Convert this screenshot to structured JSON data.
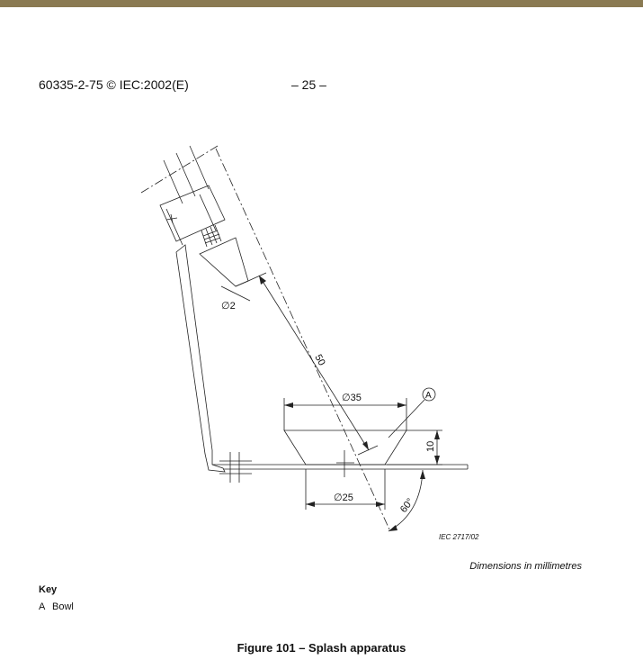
{
  "header": {
    "standard": "60335-2-75 © IEC:2002(E)",
    "page": "– 25 –"
  },
  "drawing": {
    "labels": {
      "dia_nozzle": "∅2",
      "length": "50",
      "dia_top": "∅35",
      "dia_bottom": "∅25",
      "height": "10",
      "angle": "60°",
      "callout": "A"
    },
    "ref": "IEC   2717/02"
  },
  "dimensions_note": "Dimensions in millimetres",
  "key": {
    "title": "Key",
    "items": [
      {
        "letter": "A",
        "text": "Bowl"
      }
    ]
  },
  "figure_caption": "Figure 101 – Splash apparatus"
}
